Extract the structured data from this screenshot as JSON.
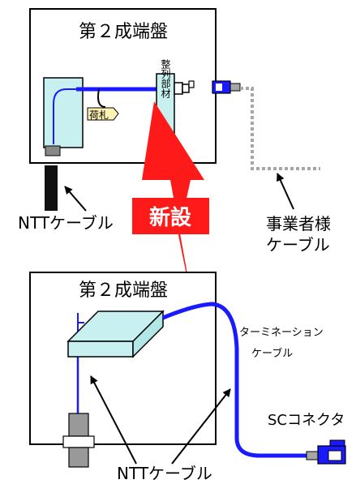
{
  "top_panel": {
    "title": "第２成端盤",
    "splice_unit_label": "整列部材",
    "tag_label": "荷札"
  },
  "bottom_panel": {
    "title": "第２成端盤"
  },
  "labels": {
    "ntt_cable_top": "NTTケーブル",
    "new_install": "新設",
    "operator_cable_line1": "事業者様",
    "operator_cable_line2": "ケーブル",
    "termination_line1": "ターミネーション",
    "termination_line2": "ケーブル",
    "sc_connector": "SCコネクタ",
    "ntt_cable_bottom": "NTTケーブル"
  },
  "colors": {
    "fiber_blue": "#1a1aff",
    "panel_fill": "#c8f0f0",
    "callout_red": "#ff1a1a",
    "ntt_cable_black": "#111111",
    "operator_cable_gray": "#a6a6a6",
    "tag_fill": "#fff2b3"
  }
}
